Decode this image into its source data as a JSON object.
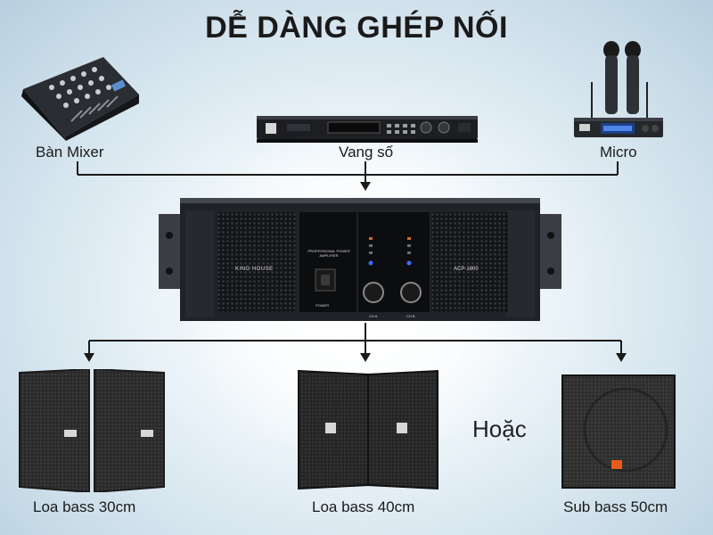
{
  "title": "DỄ DÀNG GHÉP NỐI",
  "inputs": [
    {
      "label": "Bàn Mixer",
      "icon": "mixer-icon"
    },
    {
      "label": "Vang số",
      "icon": "digital-effect-icon"
    },
    {
      "label": "Micro",
      "icon": "wireless-mic-icon"
    }
  ],
  "amplifier": {
    "brand": "KING HOUSE",
    "model": "ACP-1800",
    "panel_text": "PROFESSIONAL POWER AMPLIFIER",
    "power_label": "POWER",
    "ch_a": "CH A",
    "ch_b": "CH B"
  },
  "outputs": [
    {
      "label": "Loa bass 30cm",
      "icon": "speaker-pair-icon"
    },
    {
      "label": "Loa bass 40cm",
      "icon": "speaker-pair-icon"
    },
    {
      "label": "Sub bass 50cm",
      "icon": "subwoofer-icon"
    }
  ],
  "separator": "Hoặc",
  "colors": {
    "line": "#1a1a1a",
    "speaker": "#2b2b2b",
    "jbl": "#e85a1a",
    "led": "#3a6bff"
  }
}
